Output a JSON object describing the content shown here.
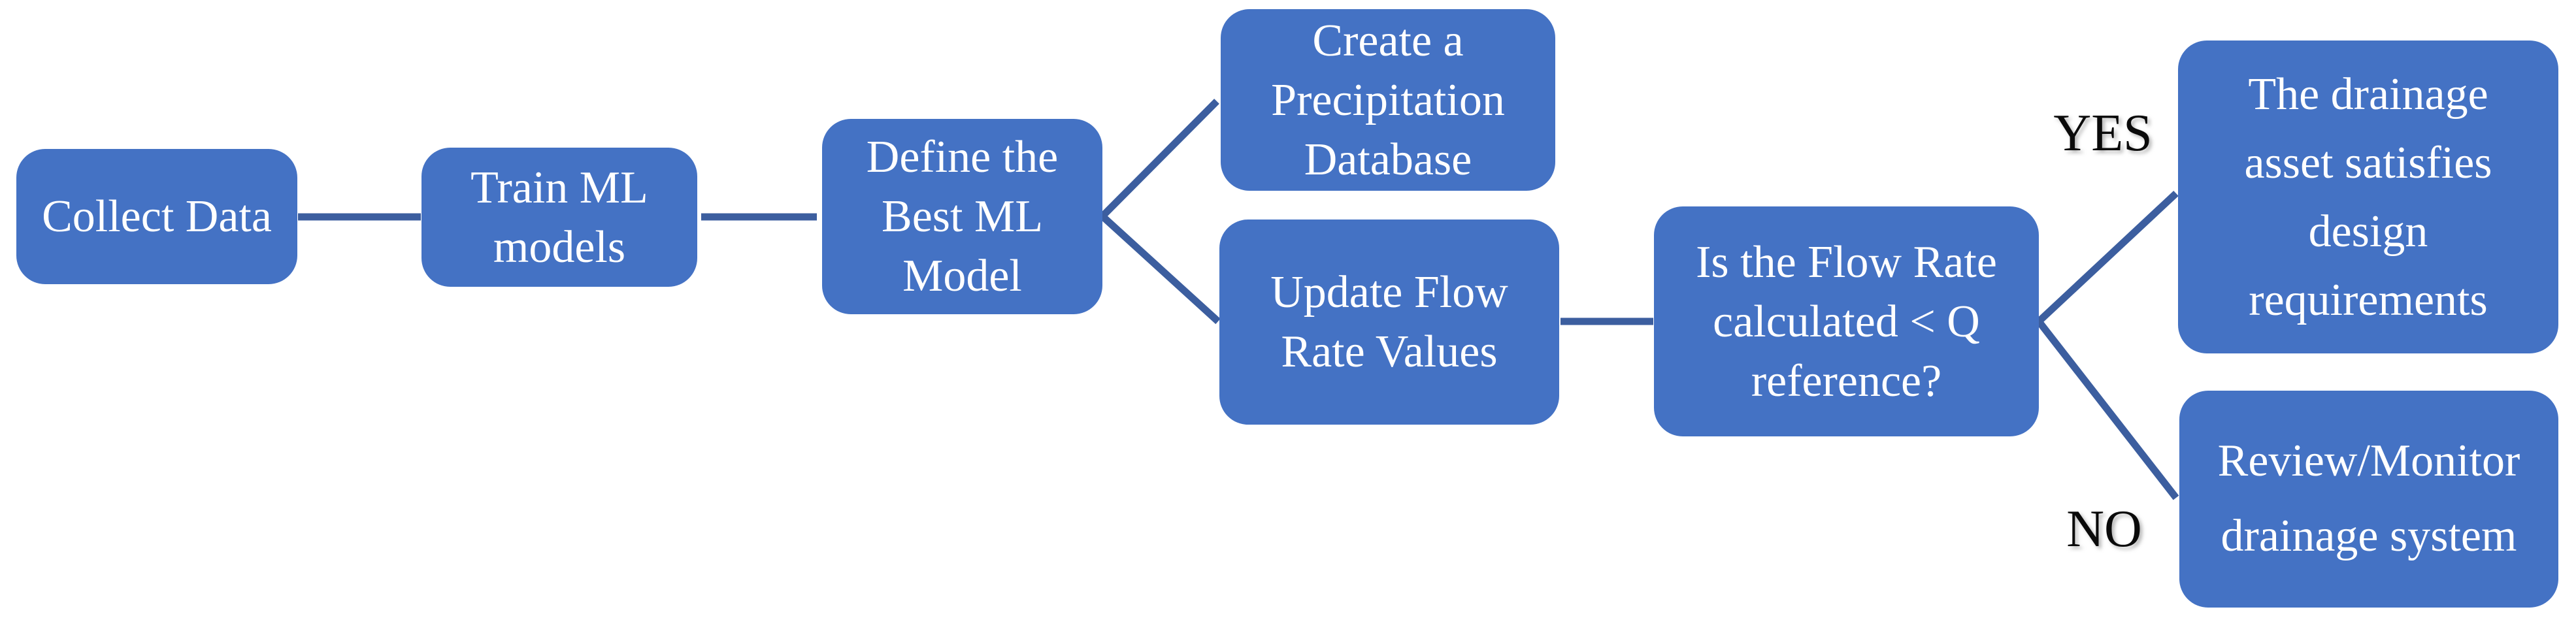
{
  "figure": {
    "type": "flowchart",
    "background": "#ffffff",
    "node_fill": "#4472C4",
    "node_text_color": "#ffffff",
    "connector_color": "#3C5E9F",
    "branch_label_color": "#0a0a0a"
  },
  "nodes": {
    "collect_data": {
      "label": "Collect Data"
    },
    "train_ml": {
      "label": "Train ML\nmodels"
    },
    "define_best": {
      "label": "Define the\nBest ML\nModel"
    },
    "precip_db": {
      "label": "Create a\nPrecipitation\nDatabase"
    },
    "update_flow": {
      "label": "Update Flow\nRate Values"
    },
    "decision": {
      "label": "Is the Flow Rate\ncalculated < Q\nreference?"
    },
    "yes_outcome": {
      "label": "The drainage\nasset satisfies\ndesign\nrequirements"
    },
    "no_outcome": {
      "label": "Review/Monitor\ndrainage system"
    }
  },
  "edges": [
    {
      "from": "collect_data",
      "to": "train_ml",
      "label": ""
    },
    {
      "from": "train_ml",
      "to": "define_best",
      "label": ""
    },
    {
      "from": "define_best",
      "to": "precip_db",
      "label": ""
    },
    {
      "from": "define_best",
      "to": "update_flow",
      "label": ""
    },
    {
      "from": "update_flow",
      "to": "decision",
      "label": ""
    },
    {
      "from": "decision",
      "to": "yes_outcome",
      "label": "YES"
    },
    {
      "from": "decision",
      "to": "no_outcome",
      "label": "NO"
    }
  ]
}
